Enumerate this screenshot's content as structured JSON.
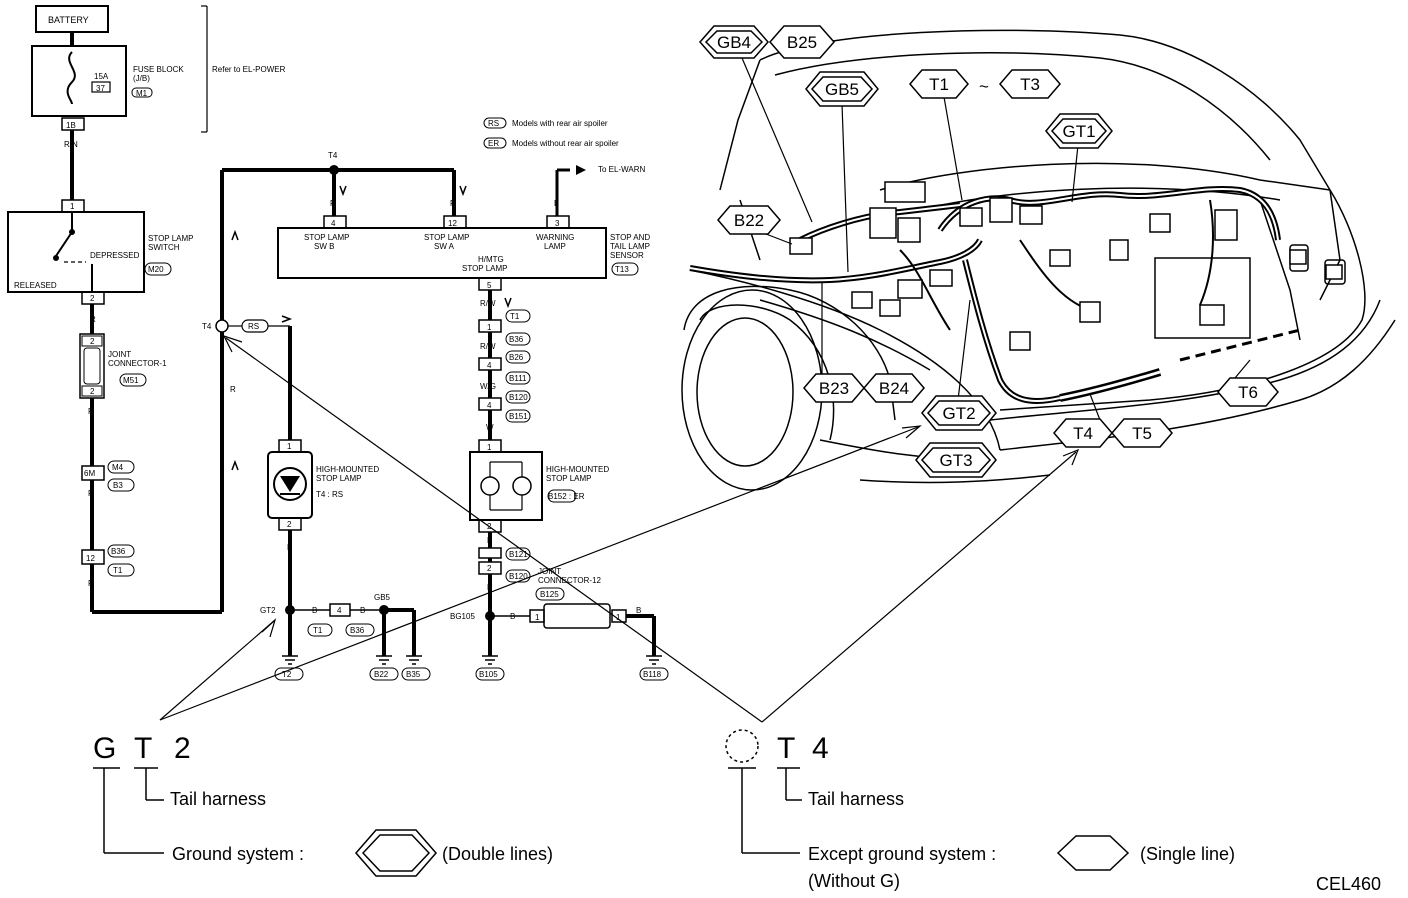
{
  "schematic": {
    "battery": "BATTERY",
    "fuse_block": "FUSE BLOCK",
    "fuse_block_sub": "(J/B)",
    "fuse_amp": "15A",
    "fuse_no": "37",
    "fuse_conn": "M1",
    "fuse_term": "1B",
    "refer": "Refer to EL-POWER",
    "wire_rn": "R/N",
    "sw_pin1": "1",
    "sw_pin2": "2",
    "stop_sw_title": "STOP LAMP",
    "stop_sw_title2": "SWITCH",
    "stop_sw_conn": "M20",
    "depressed": "DEPRESSED",
    "released": "RELEASED",
    "joint_conn": "JOINT",
    "joint_conn2": "CONNECTOR-1",
    "joint_conn_id": "M51",
    "wire_r": "R",
    "wire_b": "B",
    "wire_w": "W",
    "wire_l": "L",
    "wire_rw": "R/W",
    "wire_wg": "W/G",
    "conn_6m": "6M",
    "conn_m4": "M4",
    "conn_b3": "B3",
    "conn_12": "12",
    "conn_b36": "B36",
    "conn_t1": "T1",
    "conn_3": "3",
    "conn_4": "4",
    "conn_5": "5",
    "conn_1": "1",
    "t4": "T4",
    "rs": "RS",
    "er": "ER",
    "rs_note": "Models with rear air spoiler",
    "er_note": "Models without rear air spoiler",
    "el_warn": "To EL-WARN",
    "sensor_in1": "STOP LAMP",
    "sensor_in1b": "SW B",
    "sensor_in2": "STOP LAMP",
    "sensor_in2b": "SW A",
    "sensor_in3": "WARNING",
    "sensor_in3b": "LAMP",
    "sensor_out": "H/MTG",
    "sensor_outb": "STOP LAMP",
    "sensor_title": "STOP AND",
    "sensor_title2": "TAIL LAMP",
    "sensor_title3": "SENSOR",
    "sensor_conn": "T13",
    "b36_b": "B36",
    "b26": "B26",
    "b111": "B111",
    "b120": "B120",
    "b151": "B151",
    "hm_lamp": "HIGH-MOUNTED",
    "hm_lamp2": "STOP LAMP",
    "t4_rs": "T4 : RS",
    "b152_er": "B152 : ER",
    "b121": "B121",
    "b125": "B125",
    "joint12": "JOINT",
    "joint12b": "CONNECTOR-12",
    "gt2": "GT2",
    "gb5": "GB5",
    "bg105": "BG105",
    "gnd_t2": "T2",
    "gnd_b22": "B22",
    "gnd_b35": "B35",
    "gnd_b105": "B105",
    "gnd_b118": "B118"
  },
  "car_labels": {
    "gb4": "GB4",
    "b25": "B25",
    "gb5": "GB5",
    "t1": "T1",
    "dash": "~",
    "t3": "T3",
    "gt1": "GT1",
    "b22": "B22",
    "b23": "B23",
    "b24": "B24",
    "gt2": "GT2",
    "gt3": "GT3",
    "t4": "T4",
    "t5": "T5",
    "t6": "T6"
  },
  "legend": {
    "left_code_1": "G",
    "left_code_2": "T",
    "left_code_3": "2",
    "left_tail": "Tail harness",
    "left_ground": "Ground system :",
    "left_double": "(Double lines)",
    "right_code_2": "T",
    "right_code_3": "4",
    "right_tail": "Tail harness",
    "right_except": "Except ground system :",
    "right_single": "(Single line)",
    "right_without": "(Without G)",
    "figure_id": "CEL460"
  }
}
